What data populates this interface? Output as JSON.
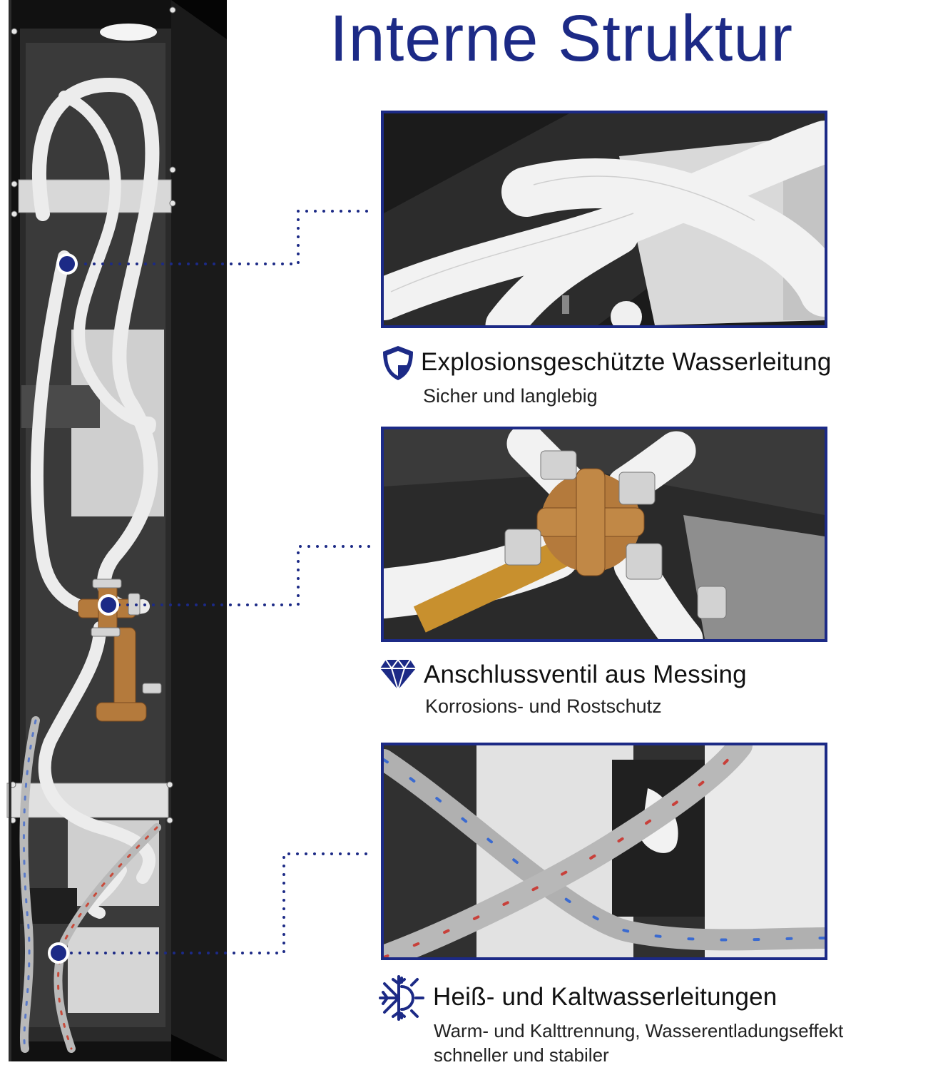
{
  "title": "Interne Struktur",
  "features": [
    {
      "icon": "shield-icon",
      "title": "Explosionsgeschützte Wasserleitung",
      "subtitle": "Sicher und langlebig"
    },
    {
      "icon": "diamond-icon",
      "title": "Anschlussventil aus Messing",
      "subtitle": "Korrosions- und Rostschutz"
    },
    {
      "icon": "snowflake-sun-icon",
      "title": "Heiß- und Kaltwasserleitungen",
      "subtitle_line1": "Warm- und Kalttrennung, Wasserentladungseffekt",
      "subtitle_line2": "schneller und stabiler"
    }
  ],
  "colors": {
    "accent": "#1c2a86",
    "cabinet": "#0e0e0e",
    "hose": "#eeeeee",
    "brass": "#b47a3c"
  }
}
